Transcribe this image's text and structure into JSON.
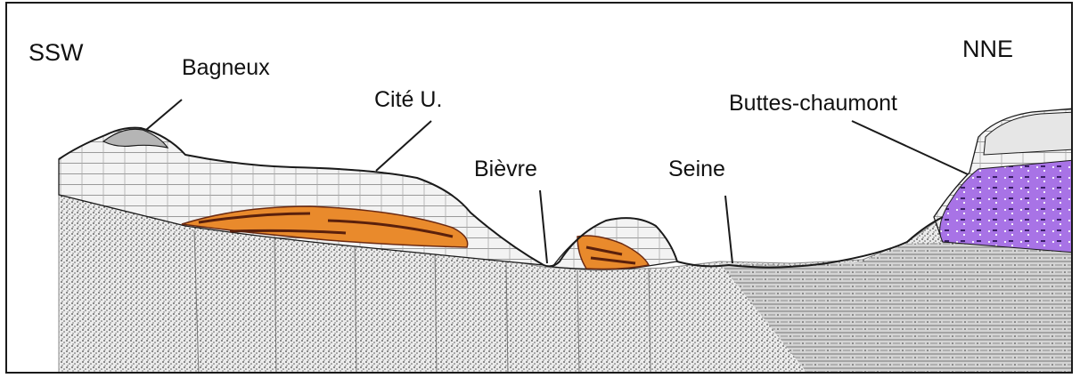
{
  "directions": {
    "left": "SSW",
    "right": "NNE"
  },
  "places": {
    "bagneux": "Bagneux",
    "cite_u": "Cité U.",
    "bievre": "Bièvre",
    "seine": "Seine",
    "buttes_chaumont": "Buttes-chaumont"
  },
  "colors": {
    "outline": "#1a1a1a",
    "sand": "#e8e8e8",
    "limestone": "#f3f3f3",
    "clay_orange": "#e98a2c",
    "clay_dark": "#6b2a12",
    "gypsum_purple": "#a873e6"
  }
}
